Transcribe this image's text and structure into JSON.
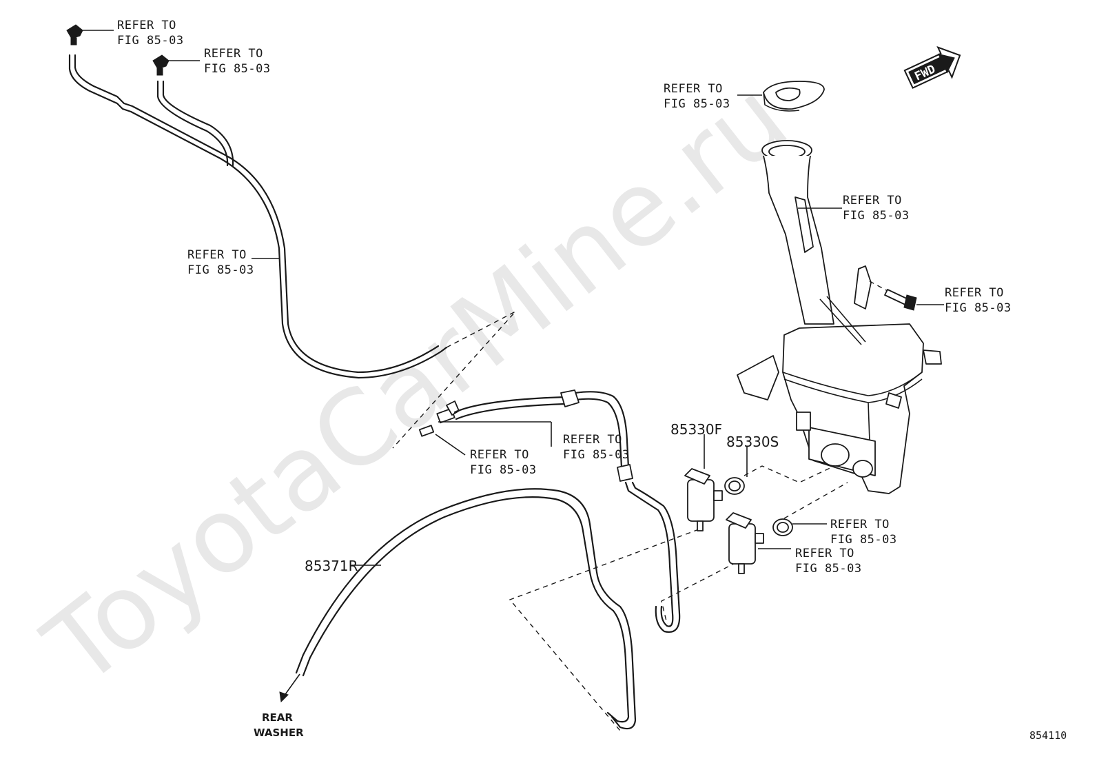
{
  "watermark": "ToyotaCarMine.ru",
  "fwd_label": "FWD",
  "refer_line1": "REFER TO",
  "refer_line2": "FIG 85-03",
  "part_numbers": {
    "pump_front": "85330F",
    "grommet": "85330S",
    "hose": "85371R"
  },
  "rear_washer": [
    "REAR",
    "WASHER"
  ],
  "diagram_id": "854110"
}
